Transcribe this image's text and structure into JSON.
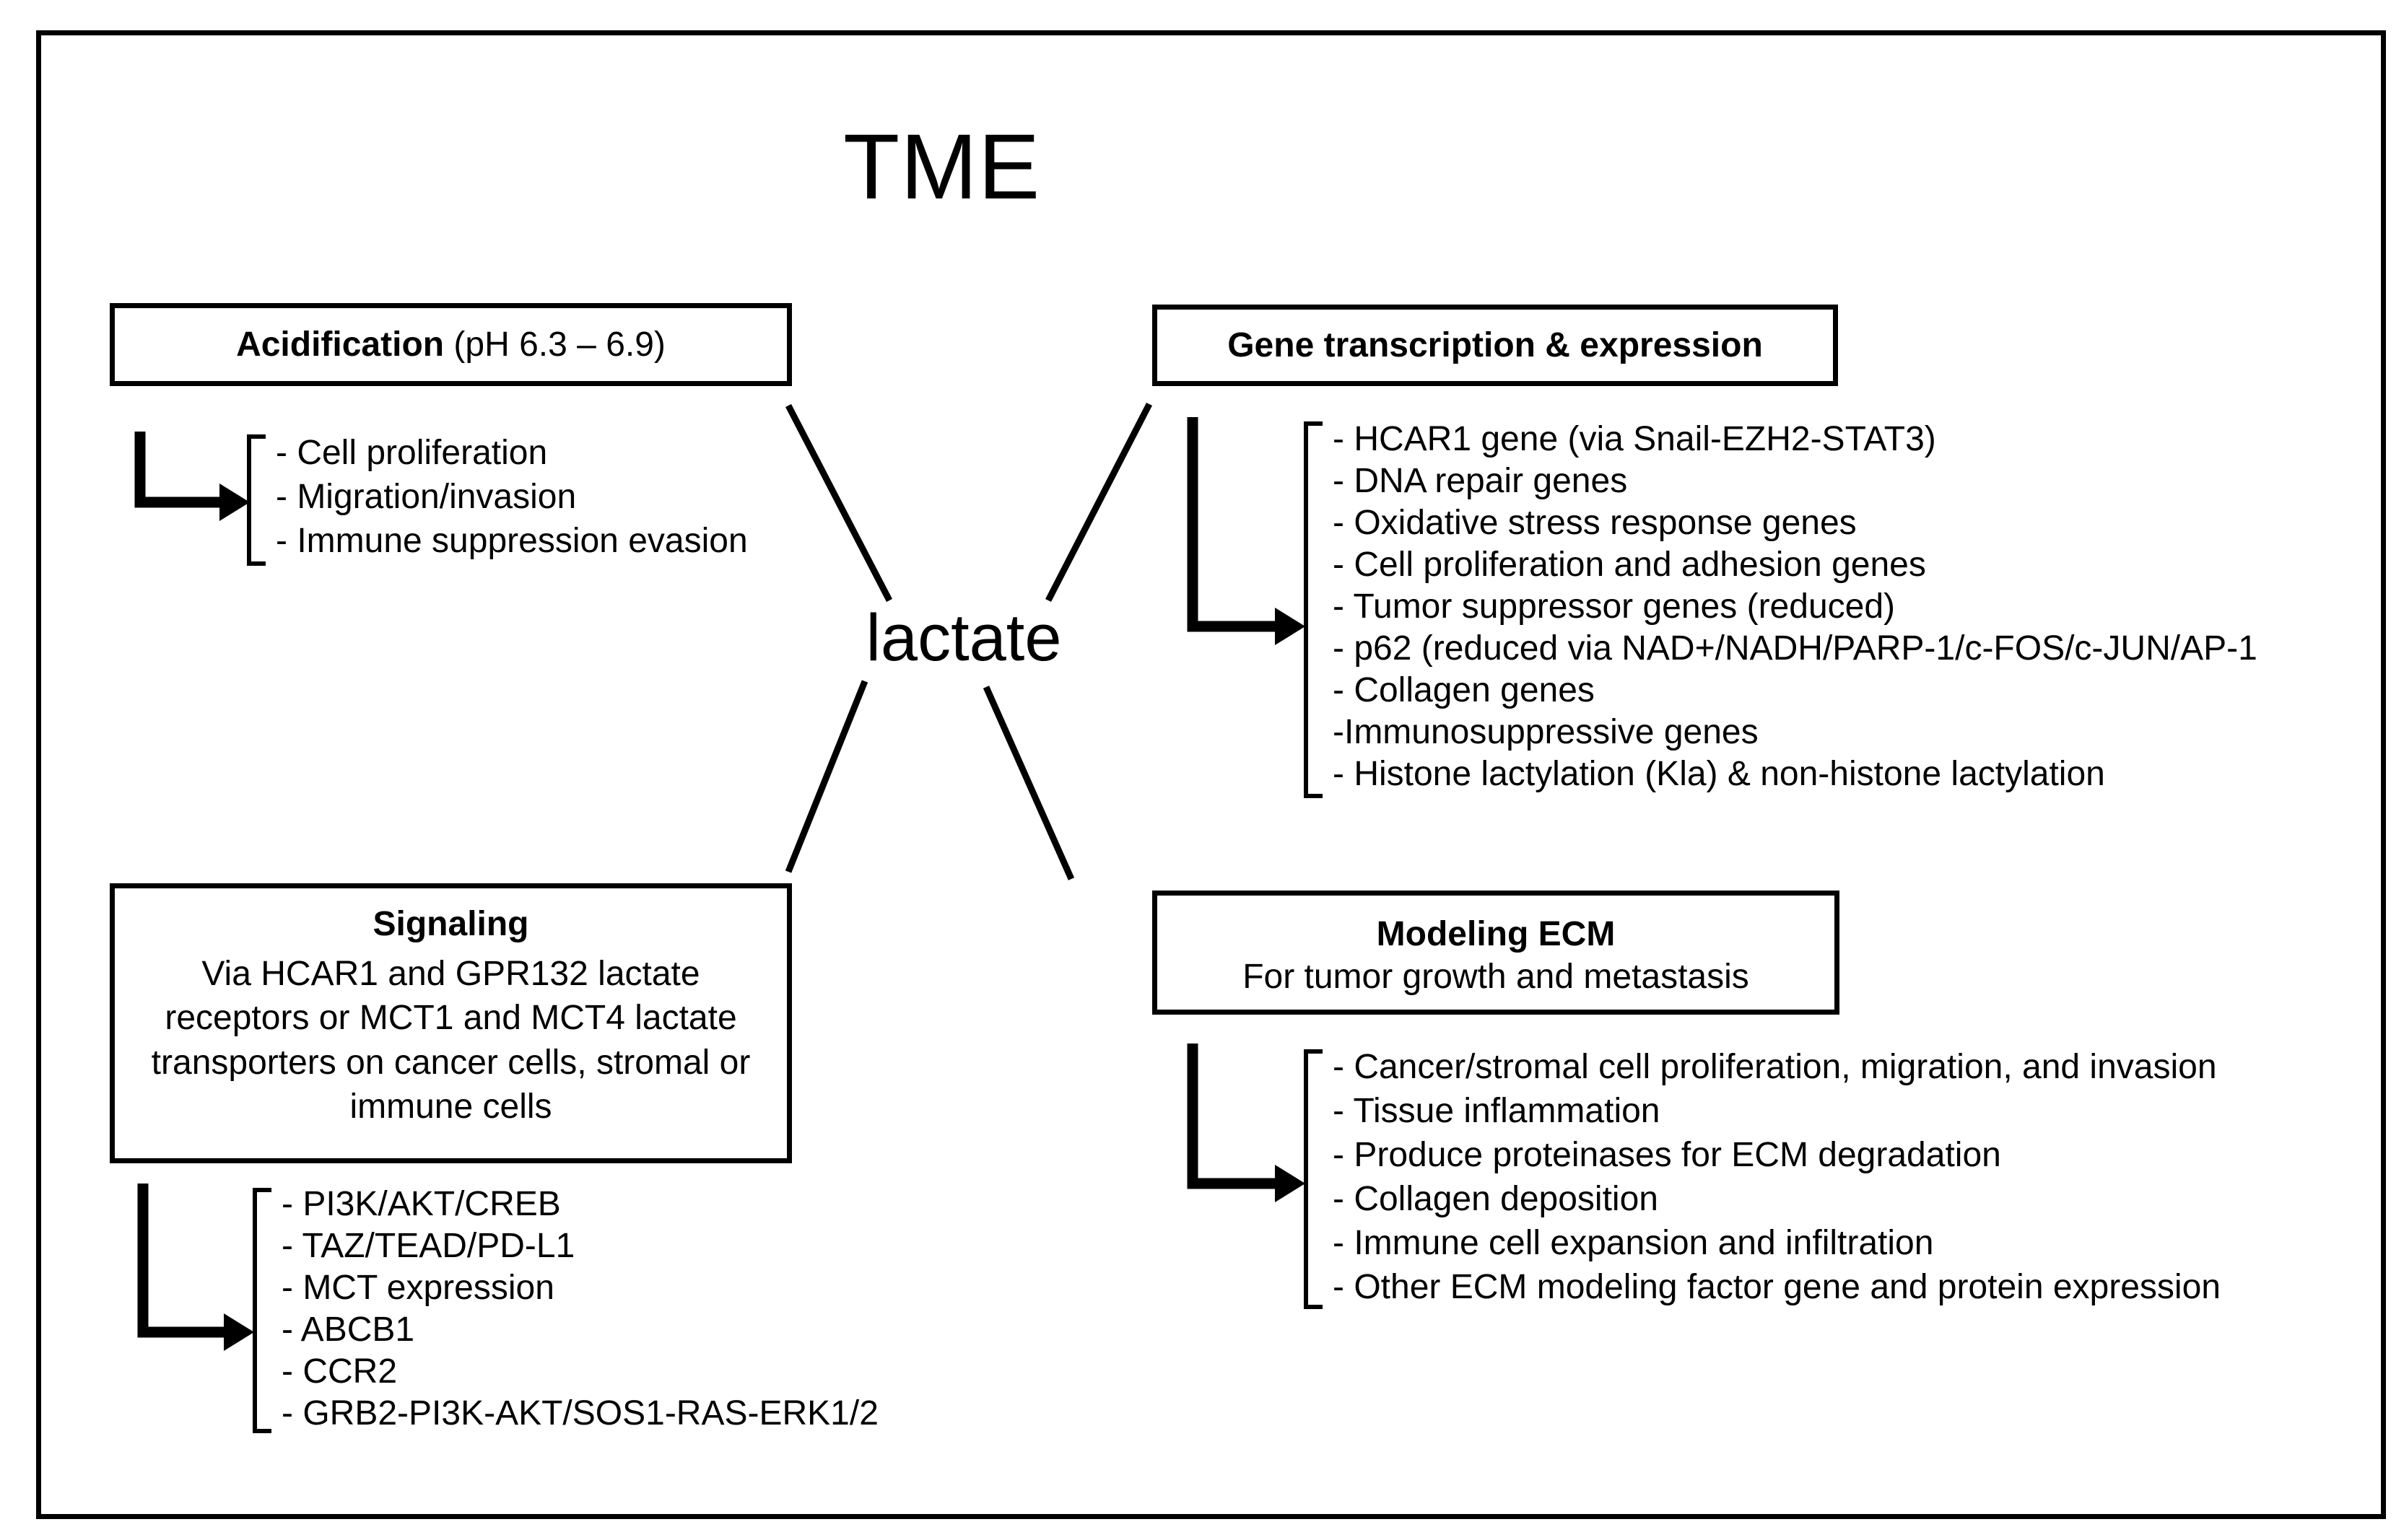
{
  "figure": {
    "title": "TME",
    "center_node": "lactate"
  },
  "boxes": {
    "acidification": {
      "title_bold": "Acidification",
      "title_regular": " (pH 6.3 – 6.9)"
    },
    "gene": {
      "title_bold": "Gene transcription & expression"
    },
    "signaling": {
      "title_bold": "Signaling",
      "subtitle": "Via HCAR1 and GPR132 lactate receptors or MCT1 and MCT4 lactate transporters on cancer cells, stromal or immune cells"
    },
    "ecm": {
      "title_bold": "Modeling ECM",
      "subtitle": "For tumor growth and metastasis"
    }
  },
  "lists": {
    "acidification_effects": [
      "- Cell proliferation",
      "- Migration/invasion",
      "- Immune suppression evasion"
    ],
    "gene_effects": [
      "- HCAR1 gene (via Snail-EZH2-STAT3)",
      "- DNA repair genes",
      "- Oxidative stress response genes",
      "- Cell proliferation and adhesion genes",
      "- Tumor suppressor genes (reduced)",
      "- p62 (reduced via NAD+/NADH/PARP-1/c-FOS/c-JUN/AP-1",
      "- Collagen genes",
      "-Immunosuppressive genes",
      "- Histone lactylation (Kla) & non-histone lactylation"
    ],
    "signaling_effects": [
      "- PI3K/AKT/CREB",
      "- TAZ/TEAD/PD-L1",
      "- MCT expression",
      "- ABCB1",
      "- CCR2",
      "- GRB2-PI3K-AKT/SOS1-RAS-ERK1/2"
    ],
    "ecm_effects": [
      "- Cancer/stromal cell proliferation, migration, and invasion",
      "- Tissue inflammation",
      "- Produce proteinases for ECM degradation",
      "- Collagen deposition",
      "- Immune cell expansion and infiltration",
      "- Other ECM modeling factor gene and protein expression"
    ]
  },
  "colors": {
    "ink": "#000000",
    "paper": "#ffffff"
  }
}
